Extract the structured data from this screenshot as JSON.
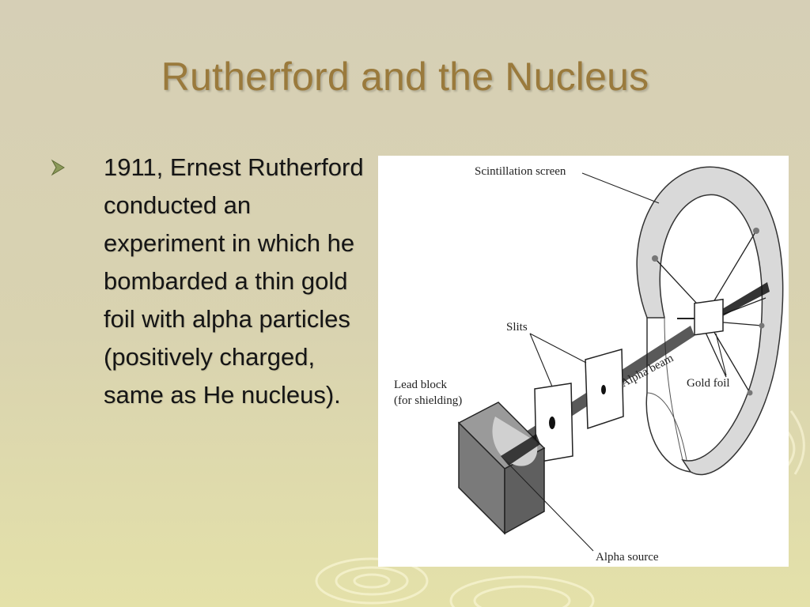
{
  "slide": {
    "title": "Rutherford and the Nucleus",
    "bullet_icon": "arrowhead-bullet-icon",
    "bullet_text": "1911, Ernest Rutherford conducted an experiment in which he bombarded a thin gold foil with alpha particles (positively charged, same as He nucleus)."
  },
  "figure": {
    "labels": {
      "scintillation_screen": "Scintillation screen",
      "slits": "Slits",
      "alpha_beam": "Alpha beam",
      "gold_foil": "Gold foil",
      "lead_block": "Lead block",
      "for_shielding": "(for shielding)",
      "alpha_source": "Alpha source"
    }
  },
  "colors": {
    "title": "#9a7a3c",
    "text": "#151515"
  }
}
